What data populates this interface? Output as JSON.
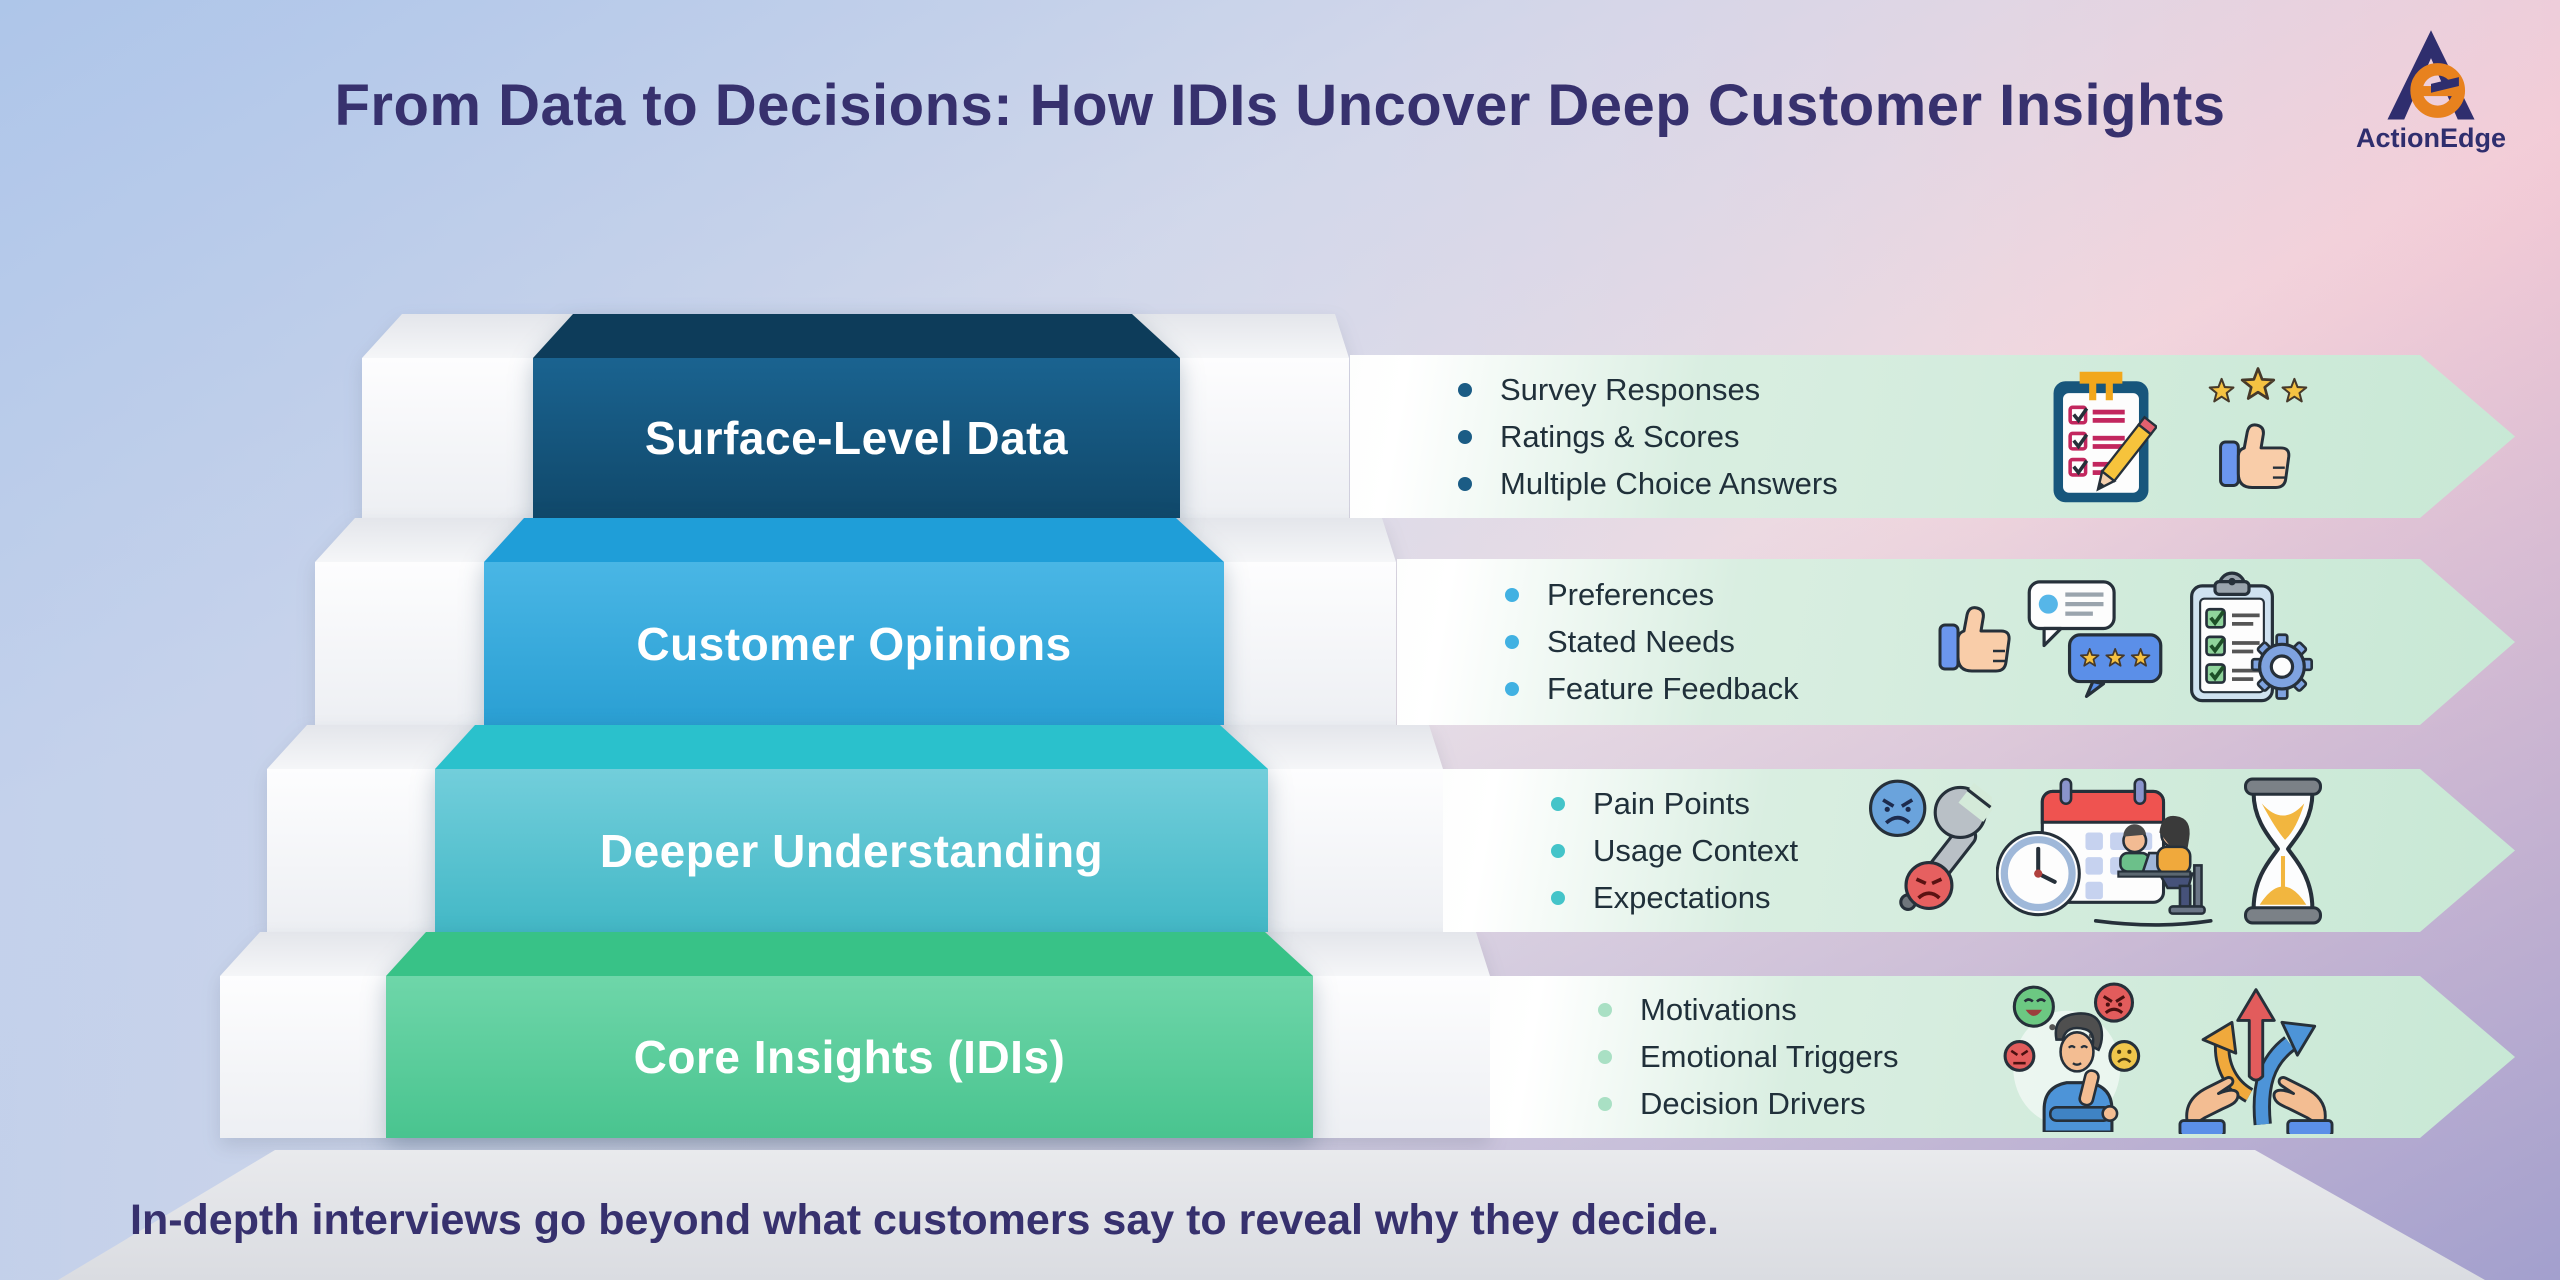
{
  "page": {
    "title": "From Data to Decisions: How IDIs Uncover Deep Customer Insights"
  },
  "logo": {
    "brand": "ActionEdge"
  },
  "steps": [
    {
      "label": "Surface-Level Data",
      "bullets": [
        "Survey Responses",
        "Ratings & Scores",
        "Multiple Choice Answers"
      ],
      "icons": [
        "survey-clipboard-icon",
        "rating-stars-thumb-icon"
      ],
      "colors": {
        "front": "#15567d",
        "top": "#0d3c5a",
        "bullet_dot": "#1b5c85"
      }
    },
    {
      "label": "Customer Opinions",
      "bullets": [
        "Preferences",
        "Stated Needs",
        "Feature Feedback"
      ],
      "icons": [
        "thumbs-up-icon",
        "chat-rating-icon",
        "checklist-gear-icon"
      ],
      "colors": {
        "front": "#3aade0",
        "top": "#1f9ed8",
        "bullet_dot": "#41b1e2"
      }
    },
    {
      "label": "Deeper Understanding",
      "bullets": [
        "Pain Points",
        "Usage Context",
        "Expectations"
      ],
      "icons": [
        "wrench-frustration-icon",
        "calendar-clock-people-icon",
        "hourglass-icon"
      ],
      "colors": {
        "front": "#5ec7d4",
        "top": "#2ac1cc",
        "bullet_dot": "#44c4c9"
      }
    },
    {
      "label": "Core Insights (IDIs)",
      "bullets": [
        "Motivations",
        "Emotional Triggers",
        "Decision Drivers"
      ],
      "icons": [
        "thinking-person-emotions-icon",
        "decision-arrows-hands-icon"
      ],
      "colors": {
        "front": "#5fd0a0",
        "top": "#3ac389",
        "bullet_dot": "#a9e0c4"
      }
    }
  ],
  "footer": {
    "text": "In-depth interviews go beyond what customers say to reveal why they decide."
  }
}
